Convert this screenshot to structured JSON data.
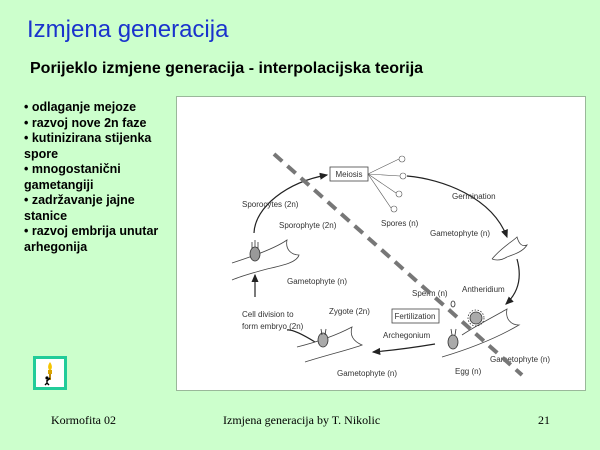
{
  "title": "Izmjena generacija",
  "subtitle": "Porijeklo izmjene generacija - interpolacijska teorija",
  "bullets": [
    "odlaganje mejoze",
    "razvoj nove 2n faze",
    "kutinizirana stijenka spore",
    "mnogostanični gametangiji",
    "zadržavanje jajne stanice",
    "razvoj embrija unutar arhegonija"
  ],
  "diagram": {
    "meiosis": "Meiosis",
    "spores": "Spores (n)",
    "germination": "Germination",
    "gametophyte_right": "Gametophyte (n)",
    "sporocytes": "Sporocytes (2n)",
    "sporophyte": "Sporophyte (2n)",
    "gametophyte_left": "Gametophyte (n)",
    "sperm": "Sperm (n)",
    "antheridium": "Antheridium",
    "fertilization": "Fertilization",
    "archegonium": "Archegonium",
    "cell_division_1": "Cell division to",
    "cell_division_2": "form embryo (2n)",
    "zygote": "Zygote  (2n)",
    "gametophyte_lower_right": "Gametophyte (n)",
    "egg": "Egg (n)",
    "gametophyte_bottom": "Gametophyte (n)"
  },
  "footer": {
    "left": "Kormofita 02",
    "center": "Izmjena generacija by T. Nikolic",
    "page": "21"
  }
}
